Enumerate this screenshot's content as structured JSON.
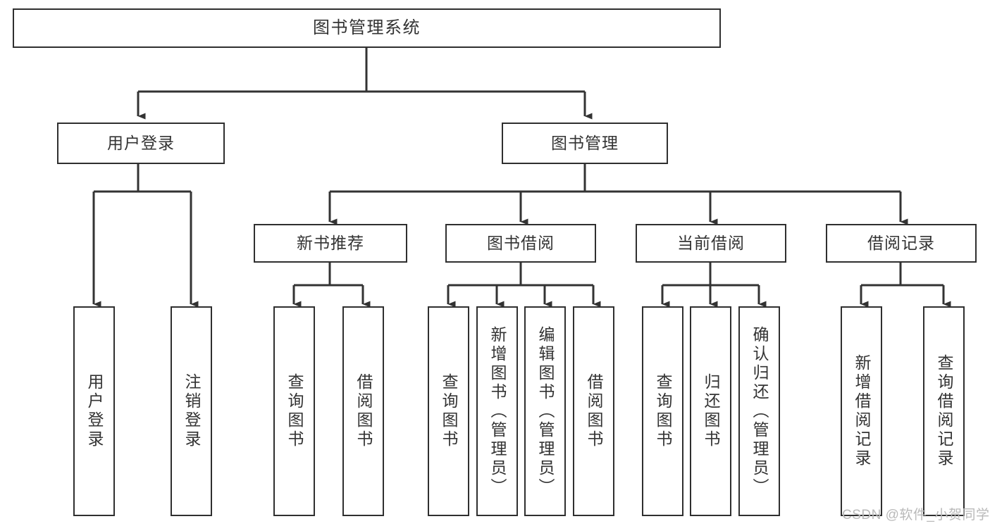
{
  "diagram": {
    "type": "tree-hierarchy",
    "title": "图书管理系统",
    "watermark": "CSDN @软件_小贺同学",
    "colors": {
      "box_border": "#2f2f2f",
      "box_fill": "#ffffff",
      "connector": "#333333",
      "text": "#333333",
      "watermark": "#b9b9b9",
      "background": "#ffffff"
    },
    "root": {
      "id": "root",
      "label": "图书管理系统",
      "level": 0
    },
    "level1": [
      {
        "id": "user-login",
        "label": "用户登录",
        "level": 1
      },
      {
        "id": "book-manage",
        "label": "图书管理",
        "level": 1
      }
    ],
    "level2": [
      {
        "id": "new-book-recommend",
        "label": "新书推荐",
        "level": 2,
        "parent": "book-manage"
      },
      {
        "id": "book-borrow",
        "label": "图书借阅",
        "level": 2,
        "parent": "book-manage"
      },
      {
        "id": "current-borrow",
        "label": "当前借阅",
        "level": 2,
        "parent": "book-manage"
      },
      {
        "id": "borrow-record",
        "label": "借阅记录",
        "level": 2,
        "parent": "book-manage"
      }
    ],
    "leaves": [
      {
        "id": "leaf-user-login",
        "label": "用户登录",
        "parent": "user-login"
      },
      {
        "id": "leaf-logout-login",
        "label": "注销登录",
        "parent": "user-login"
      },
      {
        "id": "leaf-query-book-rec",
        "label": "查询图书",
        "parent": "new-book-recommend"
      },
      {
        "id": "leaf-borrow-book-rec",
        "label": "借阅图书",
        "parent": "new-book-recommend"
      },
      {
        "id": "leaf-query-book-borrow",
        "label": "查询图书",
        "parent": "book-borrow"
      },
      {
        "id": "leaf-add-book",
        "label": "新增图书（管理员）",
        "parent": "book-borrow"
      },
      {
        "id": "leaf-edit-book",
        "label": "编辑图书（管理员）",
        "parent": "book-borrow"
      },
      {
        "id": "leaf-borrow-book",
        "label": "借阅图书",
        "parent": "book-borrow"
      },
      {
        "id": "leaf-query-book-cur",
        "label": "查询图书",
        "parent": "current-borrow"
      },
      {
        "id": "leaf-return-book",
        "label": "归还图书",
        "parent": "current-borrow"
      },
      {
        "id": "leaf-confirm-return",
        "label": "确认归还（管理员）",
        "parent": "current-borrow"
      },
      {
        "id": "leaf-add-record",
        "label": "新增借阅记录",
        "parent": "borrow-record"
      },
      {
        "id": "leaf-query-record",
        "label": "查询借阅记录",
        "parent": "borrow-record"
      }
    ]
  }
}
